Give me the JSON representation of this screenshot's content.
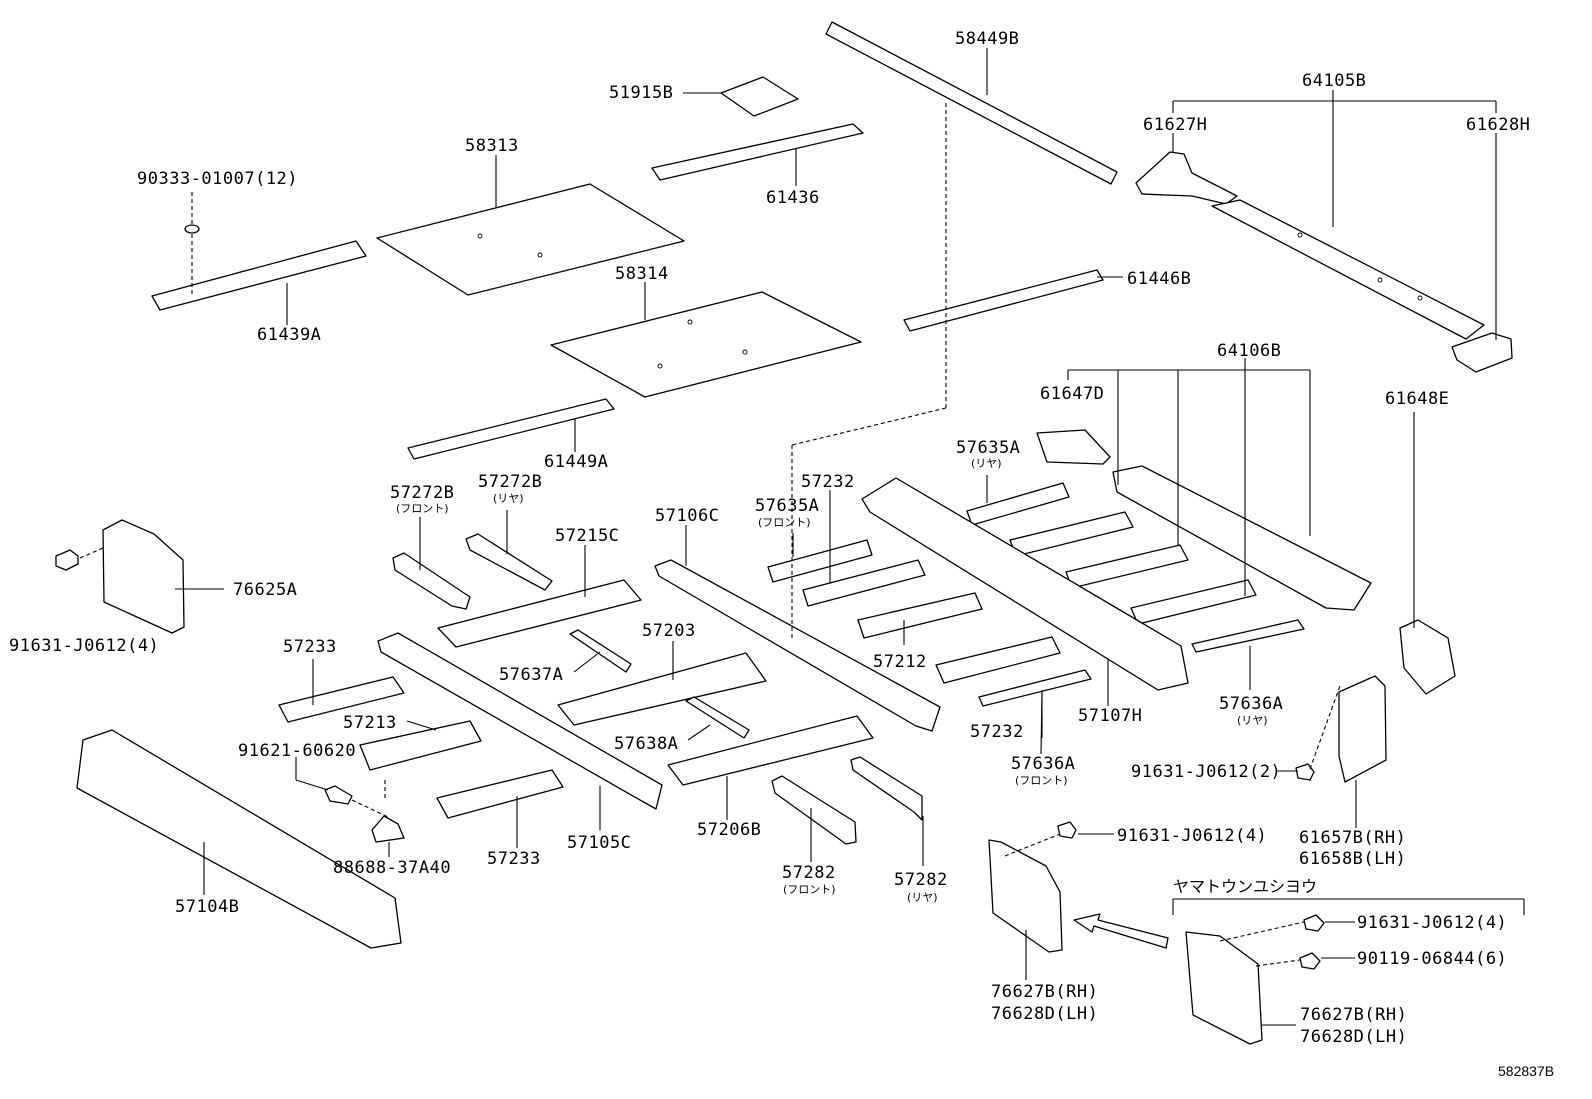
{
  "labels": {
    "p58449B": "58449B",
    "p51915B": "51915B",
    "p64105B": "64105B",
    "p61627H": "61627H",
    "p61628H": "61628H",
    "p58313": "58313",
    "p90333": "90333-01007(12)",
    "p61436": "61436",
    "p61439A": "61439A",
    "p58314": "58314",
    "p61446B": "61446B",
    "p64106B": "64106B",
    "p61647D": "61647D",
    "p61648E": "61648E",
    "p61449A": "61449A",
    "p57635A_r": "57635A",
    "p57232_a": "57232",
    "p57272B_f": "57272B",
    "p57272B_r": "57272B",
    "p57106C": "57106C",
    "p57635A_f": "57635A",
    "p57215C": "57215C",
    "p76625A": "76625A",
    "p91631_a": "91631-J0612(4)",
    "p57233_a": "57233",
    "p57203": "57203",
    "p57637A": "57637A",
    "p57212": "57212",
    "p57213": "57213",
    "p91621": "91621-60620",
    "p57638A": "57638A",
    "p57107H": "57107H",
    "p57636A_r": "57636A",
    "p57232_b": "57232",
    "p57636A_f": "57636A",
    "p91631_b": "91631-J0612(2)",
    "p57206B": "57206B",
    "p57105C": "57105C",
    "p57233_b": "57233",
    "p88688": "88688-37A40",
    "p57282_f": "57282",
    "p57282_r": "57282",
    "p91631_c": "91631-J0612(4)",
    "p61657B": "61657B(RH)",
    "p61658B": "61658B(LH)",
    "p57104B": "57104B",
    "p91631_d": "91631-J0612(4)",
    "p90119": "90119-06844(6)",
    "p76627B_a": "76627B(RH)",
    "p76628D_a": "76628D(LH)",
    "p76627B_b": "76627B(RH)",
    "p76628D_b": "76628D(LH)"
  },
  "sublabels": {
    "front": "(フロント)",
    "rear": "(リヤ)"
  },
  "note_jp": "ヤマトウンユシヨウ",
  "diagram_code": "582837B"
}
